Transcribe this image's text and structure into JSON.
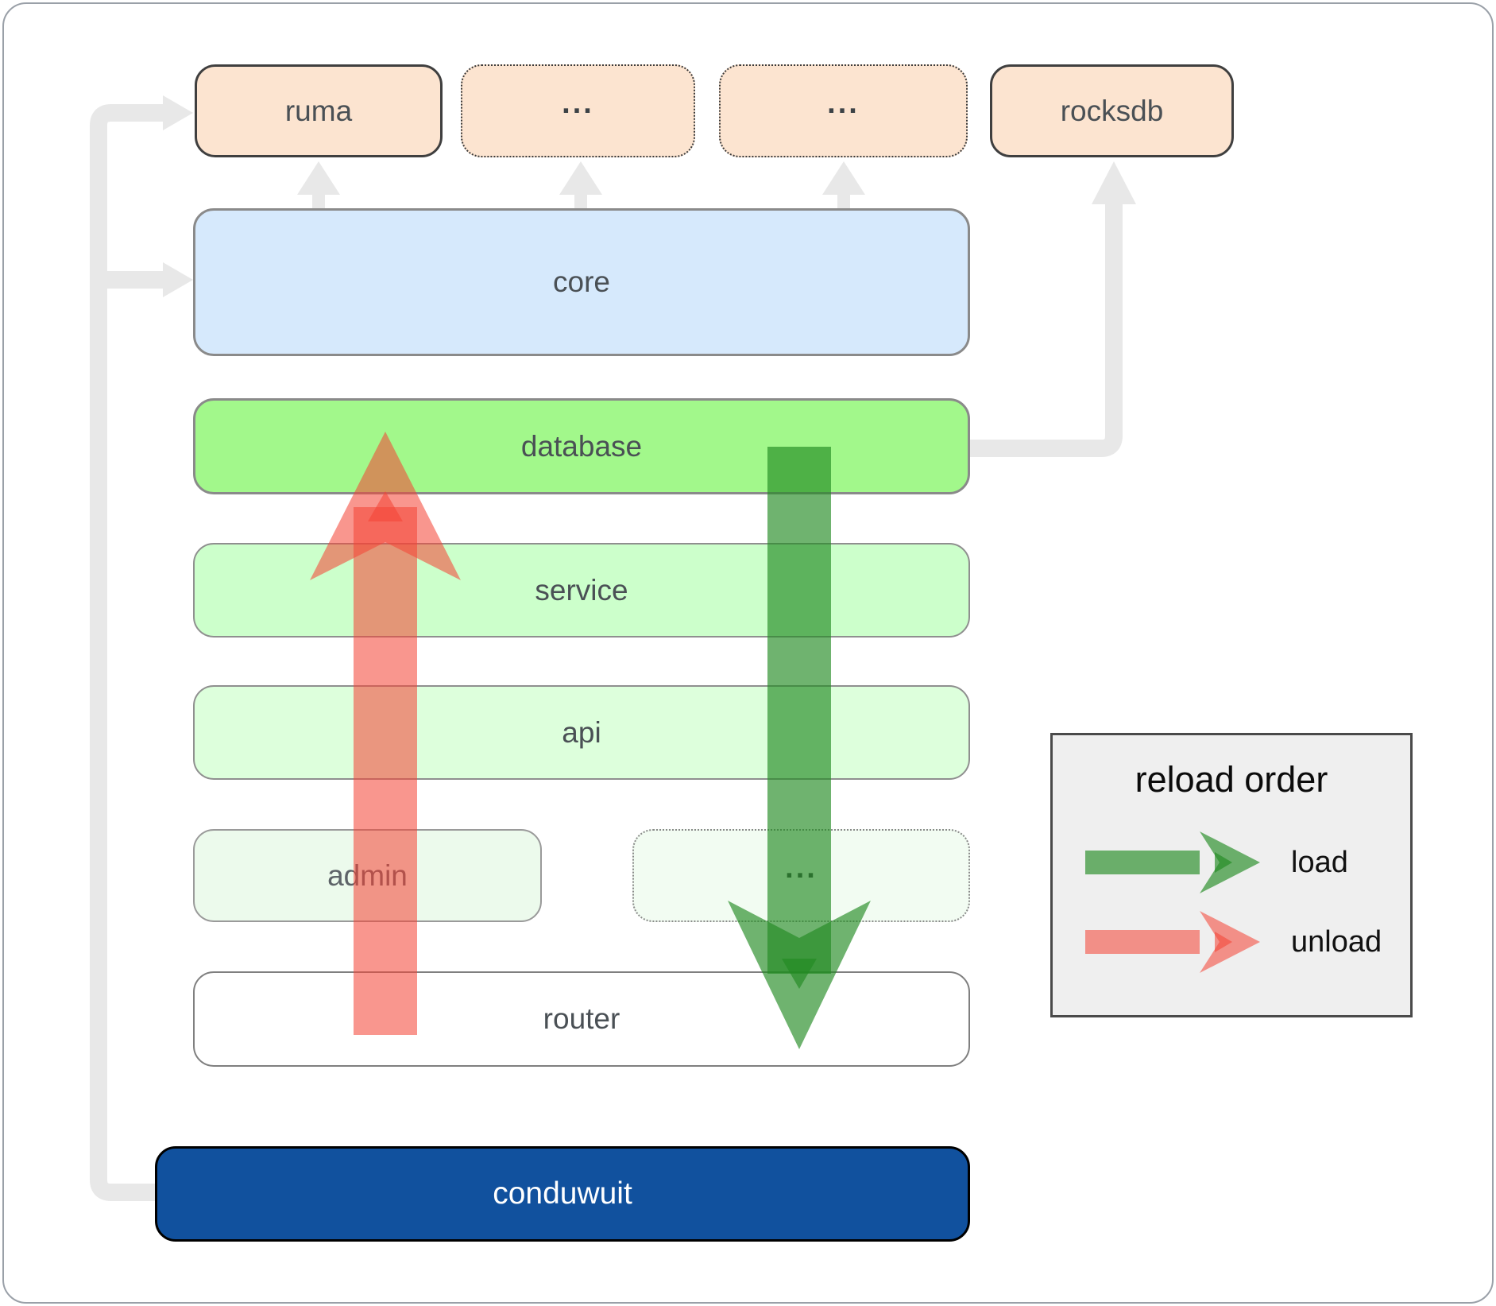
{
  "boxes": {
    "ruma": {
      "label": "ruma"
    },
    "ext1": {
      "label": "..."
    },
    "ext2": {
      "label": "..."
    },
    "rocksdb": {
      "label": "rocksdb"
    },
    "core": {
      "label": "core"
    },
    "database": {
      "label": "database"
    },
    "service": {
      "label": "service"
    },
    "api": {
      "label": "api"
    },
    "admin": {
      "label": "admin"
    },
    "admin_ext": {
      "label": "..."
    },
    "router": {
      "label": "router"
    },
    "conduwuit": {
      "label": "conduwuit"
    }
  },
  "legend": {
    "title": "reload order",
    "items": [
      {
        "label": "load"
      },
      {
        "label": "unload"
      }
    ]
  },
  "colors": {
    "module_fill": "#fce4d0",
    "module_border": "#3f3f3f",
    "core_fill": "#d6e9fc",
    "database_fill": "#a2f88b",
    "service_fill": "#ccffcb",
    "api_fill": "#ddffdc",
    "admin_fill": "#ecfaec",
    "admin_ext_fill": "#f2fcf2",
    "router_fill": "#ffffff",
    "row_border": "#8a8a8a",
    "conduwuit_fill": "#11519e",
    "label_color": "#4a5055",
    "connector_gray": "#e8e8e8",
    "load_green": "#228b22",
    "unload_red": "#f44336",
    "legend_bg": "#efefef",
    "legend_border": "#4a4a4a"
  }
}
